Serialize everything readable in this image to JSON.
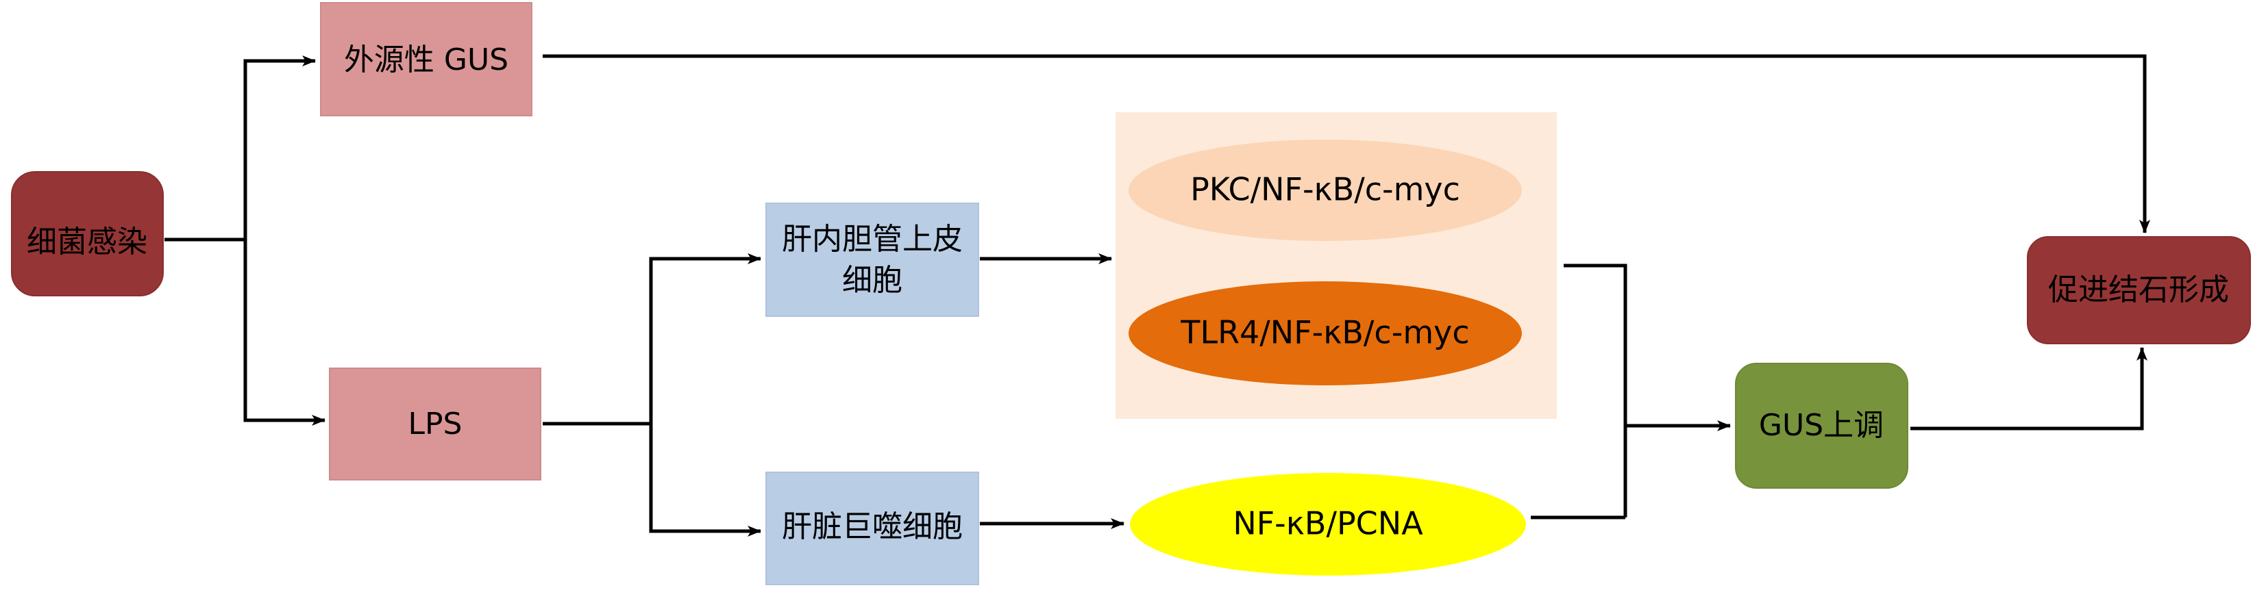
{
  "diagram": {
    "nodes": {
      "bacterial_infection": {
        "label": "细菌感染",
        "color": "#963535"
      },
      "exogenous_gus": {
        "label": "外源性 GUS",
        "color": "#DA9696"
      },
      "lps": {
        "label": "LPS",
        "color": "#DA9696"
      },
      "biliary_epithelial": {
        "label_line1": "肝内胆管上皮",
        "label_line2": "细胞",
        "color": "#B9CDE5"
      },
      "kupffer": {
        "label": "肝脏巨噬细胞",
        "color": "#B9CDE5"
      },
      "pathway_group": {
        "color": "#FDEADA"
      },
      "pkc_pathway": {
        "label": "PKC/NF-κB/c-myc",
        "color": "#FBD5B5"
      },
      "tlr4_pathway": {
        "label": "TLR4/NF-κB/c-myc",
        "color": "#E46C0A"
      },
      "pcna_pathway": {
        "label": "NF-κB/PCNA",
        "color": "#FFFF00"
      },
      "gus_upregulation": {
        "label": "GUS上调",
        "color": "#77933C"
      },
      "stone_formation": {
        "label": "促进结石形成",
        "color": "#963535"
      }
    },
    "edges": [
      {
        "from": "细菌感染",
        "to": "外源性 GUS"
      },
      {
        "from": "细菌感染",
        "to": "LPS"
      },
      {
        "from": "LPS",
        "to": "肝内胆管上皮细胞"
      },
      {
        "from": "LPS",
        "to": "肝脏巨噬细胞"
      },
      {
        "from": "肝内胆管上皮细胞",
        "to": "PKC/NF-κB/c-myc + TLR4/NF-κB/c-myc"
      },
      {
        "from": "肝脏巨噬细胞",
        "to": "NF-κB/PCNA"
      },
      {
        "from": "PKC/NF-κB/c-myc + TLR4/NF-κB/c-myc",
        "to": "GUS上调"
      },
      {
        "from": "NF-κB/PCNA",
        "to": "GUS上调"
      },
      {
        "from": "外源性 GUS",
        "to": "促进结石形成"
      },
      {
        "from": "GUS上调",
        "to": "促进结石形成"
      }
    ],
    "line_color": "#000000"
  }
}
